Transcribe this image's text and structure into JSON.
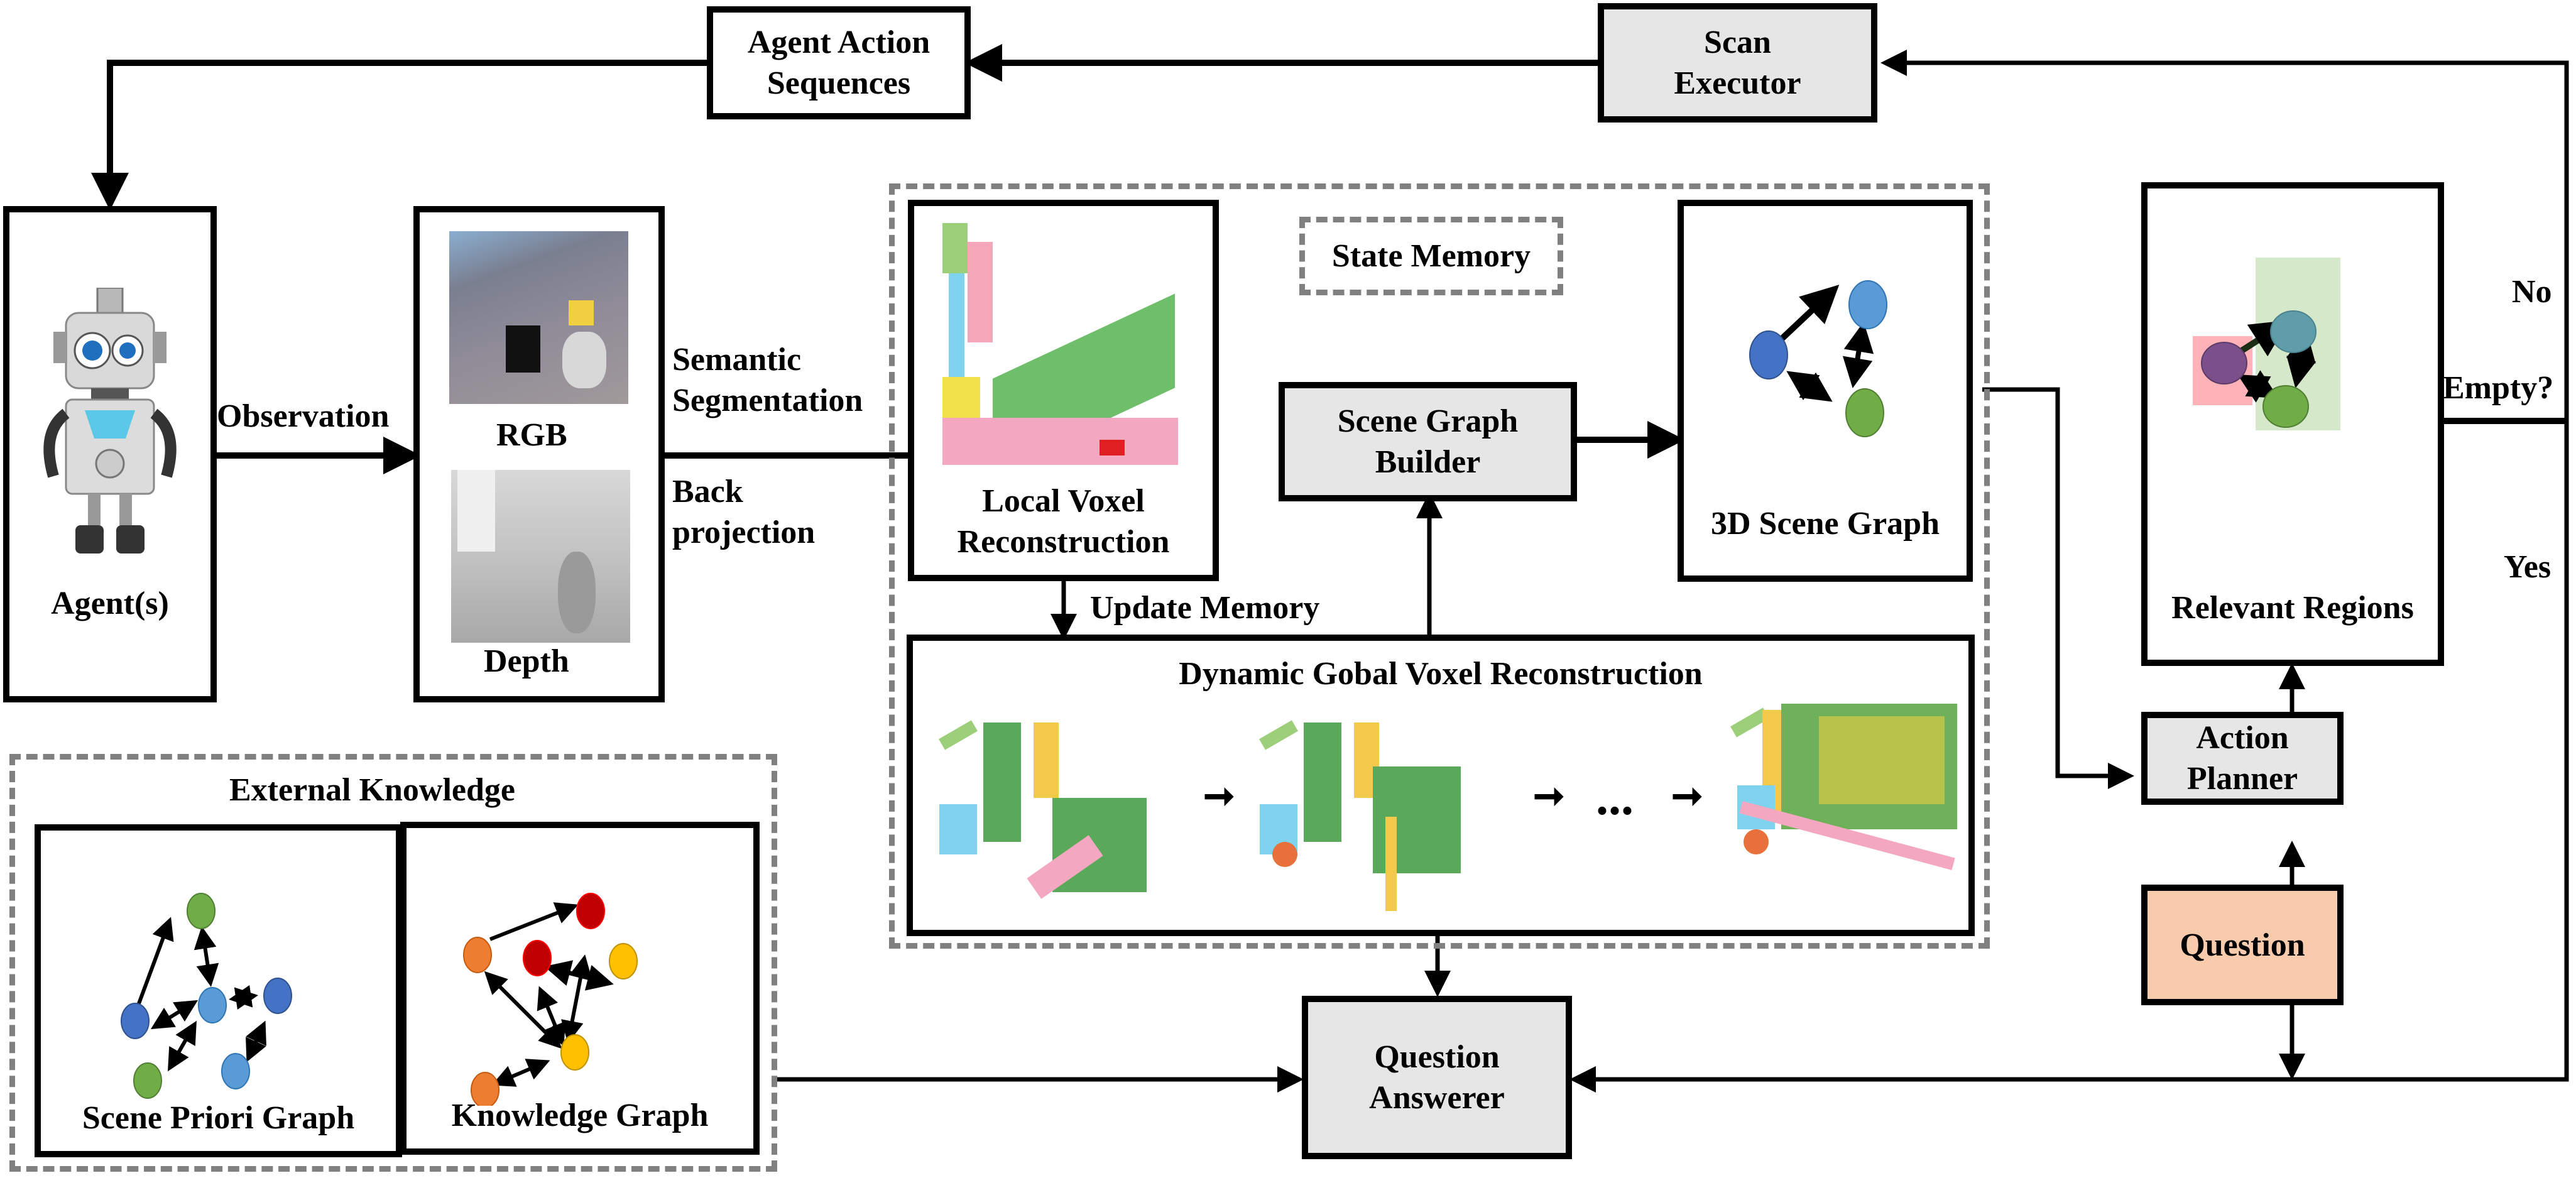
{
  "top": {
    "agent_action_sequences": "Agent Action\nSequences",
    "scan_executor": "Scan\nExecutor"
  },
  "perception": {
    "agent_label": "Agent(s)",
    "observation": "Observation",
    "rgb_label": "RGB",
    "depth_label": "Depth",
    "semantic_segmentation": "Semantic\nSegmentation",
    "back_projection": "Back\nprojection"
  },
  "state_memory": {
    "title": "State Memory",
    "local_voxel": "Local Voxel\nReconstruction",
    "update_memory": "Update Memory",
    "scene_graph_builder": "Scene Graph\nBuilder",
    "scene_graph_3d": "3D Scene Graph",
    "dynamic_global": "Dynamic Gobal Voxel Reconstruction",
    "ellipsis": "..."
  },
  "planning": {
    "relevant_regions": "Relevant Regions",
    "no": "No",
    "empty": "Empty?",
    "yes": "Yes",
    "action_planner": "Action\nPlanner",
    "question": "Question",
    "question_answerer": "Question\nAnswerer"
  },
  "external": {
    "title": "External Knowledge",
    "scene_priori_graph": "Scene Priori Graph",
    "knowledge_graph": "Knowledge Graph"
  },
  "colors": {
    "gray_box": "#e6e6e6",
    "question_box": "#f8cbad",
    "dashed_border": "#808080",
    "node_dark_blue": "#4472c4",
    "node_light_blue": "#5b9bd5",
    "node_green": "#70ad47",
    "node_red": "#c00000",
    "node_orange": "#ed7d31",
    "node_yellow": "#ffc000",
    "node_purple": "#7b4f8a",
    "node_teal": "#5f9ea8",
    "region_pink": "#ffb3b8",
    "region_green": "#d5e8c9"
  }
}
